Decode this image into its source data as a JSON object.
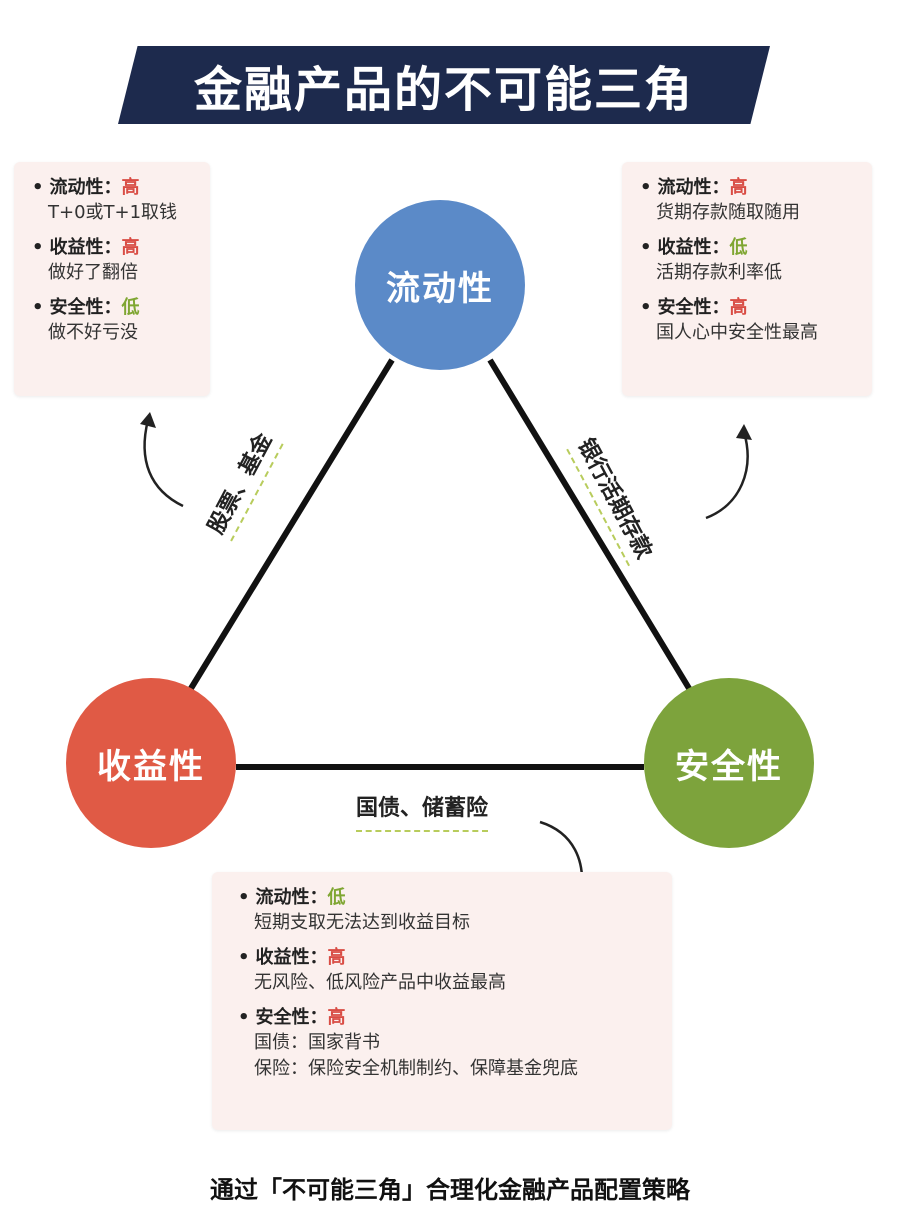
{
  "title": "金融产品的不可能三角",
  "nodes": {
    "liquidity": "流动性",
    "yield": "收益性",
    "safety": "安全性"
  },
  "edges": {
    "left": "股票、基金",
    "right": "银行活期存款",
    "bottom": "国债、储蓄险"
  },
  "boxes": {
    "stocks": [
      {
        "label": "流动性：",
        "level": "高",
        "levelColor": "#d94d45",
        "desc": [
          "T+0或T+1取钱"
        ]
      },
      {
        "label": "收益性：",
        "level": "高",
        "levelColor": "#d94d45",
        "desc": [
          "做好了翻倍"
        ]
      },
      {
        "label": "安全性：",
        "level": "低",
        "levelColor": "#7fa632",
        "desc": [
          "做不好亏没"
        ]
      }
    ],
    "deposits": [
      {
        "label": "流动性：",
        "level": "高",
        "levelColor": "#d94d45",
        "desc": [
          "货期存款随取随用"
        ]
      },
      {
        "label": "收益性：",
        "level": "低",
        "levelColor": "#7fa632",
        "desc": [
          "活期存款利率低"
        ]
      },
      {
        "label": "安全性：",
        "level": "高",
        "levelColor": "#d94d45",
        "desc": [
          "国人心中安全性最高"
        ]
      }
    ],
    "bonds": [
      {
        "label": "流动性：",
        "level": "低",
        "levelColor": "#7fa632",
        "desc": [
          "短期支取无法达到收益目标"
        ]
      },
      {
        "label": "收益性：",
        "level": "高",
        "levelColor": "#d94d45",
        "desc": [
          "无风险、低风险产品中收益最高"
        ]
      },
      {
        "label": "安全性：",
        "level": "高",
        "levelColor": "#d94d45",
        "desc": [
          "国债：国家背书",
          "保险：保险安全机制制约、保障基金兜底"
        ]
      }
    ]
  },
  "footer": "通过「不可能三角」合理化金融产品配置策略",
  "colors": {
    "banner": "#1d2a4d",
    "liquidity": "#5b8ac8",
    "yield": "#e05a45",
    "safety": "#7da33c",
    "high": "#d94d45",
    "low": "#7fa632"
  }
}
